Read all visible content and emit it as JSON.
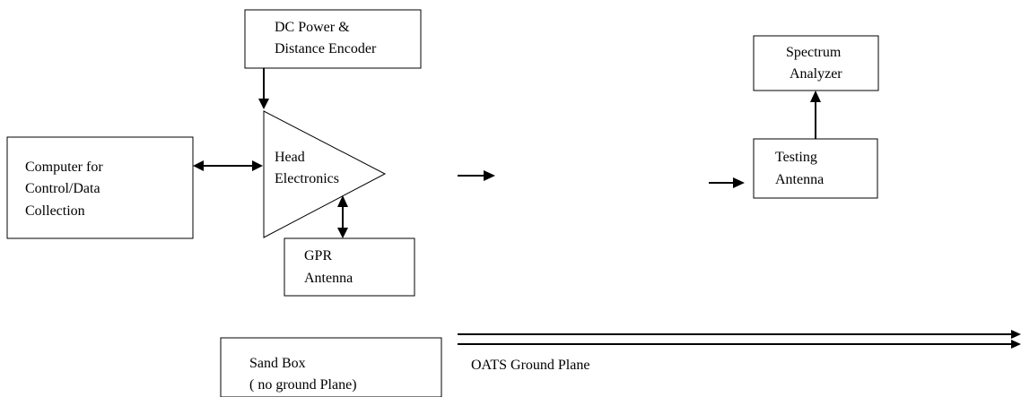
{
  "blocks": {
    "dc_power": {
      "line1": "DC Power &",
      "line2": "Distance Encoder"
    },
    "computer": {
      "line1": "Computer for",
      "line2": "Control/Data",
      "line3": "Collection"
    },
    "head_electronics": {
      "line1": "Head",
      "line2": "Electronics"
    },
    "gpr_antenna": {
      "line1": "GPR",
      "line2": "Antenna"
    },
    "spectrum_analyzer": {
      "line1": "Spectrum",
      "line2": "Analyzer"
    },
    "testing_antenna": {
      "line1": "Testing",
      "line2": "Antenna"
    },
    "sand_box": {
      "line1": "Sand Box",
      "line2": "( no ground Plane)"
    }
  },
  "ground_plane": {
    "label": "OATS Ground Plane"
  },
  "colors": {
    "stroke": "#000000",
    "background": "#ffffff"
  }
}
